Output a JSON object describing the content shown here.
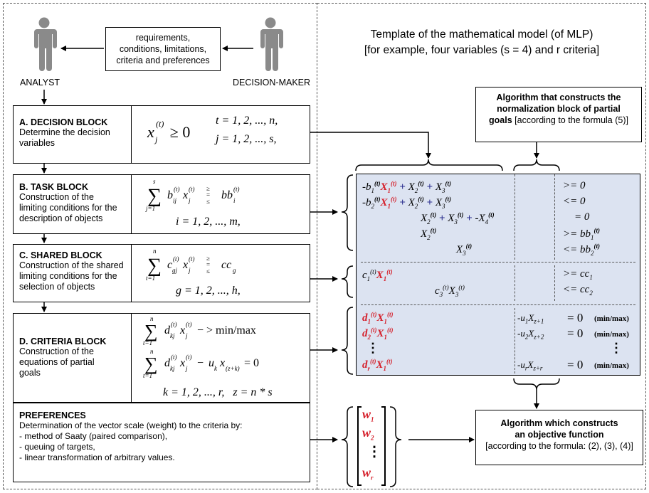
{
  "actors": {
    "analyst": "ANALYST",
    "decision_maker": "DECISION-MAKER",
    "requirements": [
      "requirements,",
      "conditions, limitations,",
      "criteria and preferences"
    ]
  },
  "template_title": [
    "Template of the mathematical model (of MLP)",
    "[for example, four variables (s = 4) and r criteria]"
  ],
  "algorithm_norm": {
    "bold": [
      "Algorithm that constructs the",
      "normalization block of partial",
      "goals"
    ],
    "suffix": "[according to the formula (5)]"
  },
  "algorithm_obj": {
    "bold": [
      "Algorithm which constructs",
      "an objective function"
    ],
    "suffix": "[according to the formula: (2), (3), (4)]"
  },
  "blocks": {
    "decision": {
      "title": "A. DECISION BLOCK",
      "desc": [
        "Determine the decision",
        "variables"
      ],
      "formula": "x_j^(t) ≥ 0",
      "ranges": [
        "t = 1, 2, ..., n,",
        "j = 1, 2, ..., s,"
      ]
    },
    "task": {
      "title": "B. TASK BLOCK",
      "desc": [
        "Construction of the",
        "limiting conditions for the",
        "description of objects"
      ],
      "formula": "Σ_{j=1}^{s} b_ij^(t) x_j^(t)  ≥ = ≤  bb_i^(t)",
      "range": "i = 1, 2, ..., m,"
    },
    "shared": {
      "title": "C. SHARED BLOCK",
      "desc": [
        "Construction of the shared",
        "limiting conditions for the",
        "selection of objects"
      ],
      "formula": "Σ_{t=1}^{n} c_gj^(t) x_j^(t)  ≥ = ≤  cc_g",
      "range": "g = 1, 2, ..., h,"
    },
    "criteria": {
      "title": "D. CRITERIA BLOCK",
      "desc": [
        "Construction of the",
        "equations of partial",
        "goals"
      ],
      "formula1": "Σ_{t=1}^{n} d_kj^(t) x_j^(t) −> min/max",
      "formula2": "Σ_{t=1}^{n} d_kj^(t) x_j^(t) − u_k x_(z+k) = 0",
      "range": "k = 1, 2, ..., r,   z = n * s"
    },
    "preferences": {
      "title": "PREFERENCES",
      "desc": [
        "Determination of the vector scale (weight) to the criteria by:",
        "- method of Saaty (paired comparison),",
        "- queuing of targets,",
        "- linear transformation of arbitrary values."
      ]
    }
  },
  "matrix": {
    "task_rows_left": [
      "-b1(t)X1(t) + X2(t) + X3(t)",
      "-b2(t)X1(t) + X2(t) + X3(t)",
      "X2(t) + X3(t) + -X4(t)",
      "X2(t)",
      "X3(t)"
    ],
    "task_rows_right": [
      ">= 0",
      "<= 0",
      "= 0",
      ">= bb1(t)",
      "<= bb2(t)"
    ],
    "shared_rows_left": [
      "c1(t)X1(t)",
      "c3(t)X3(t)"
    ],
    "shared_rows_right": [
      ">= cc1",
      "<= cc2"
    ],
    "criteria_rows_left": [
      "d1(t)X1(t)",
      "d2(t)X1(t)",
      "⋮",
      "dr(t)X1(t)"
    ],
    "criteria_rows_mid": [
      "-u1Xz+1",
      "-u2Xz+2",
      "",
      "-urXz+r"
    ],
    "criteria_rows_right": [
      "= 0",
      "= 0",
      "⋮",
      "= 0"
    ],
    "minmax": "(min/max)"
  },
  "weights": [
    "w1",
    "w2",
    "⋮",
    "wr"
  ],
  "colors": {
    "matrix_bg": "#dce3f1",
    "red": "#d51f2a",
    "blue": "#2b2f8f",
    "person": "#8a8a8a"
  }
}
